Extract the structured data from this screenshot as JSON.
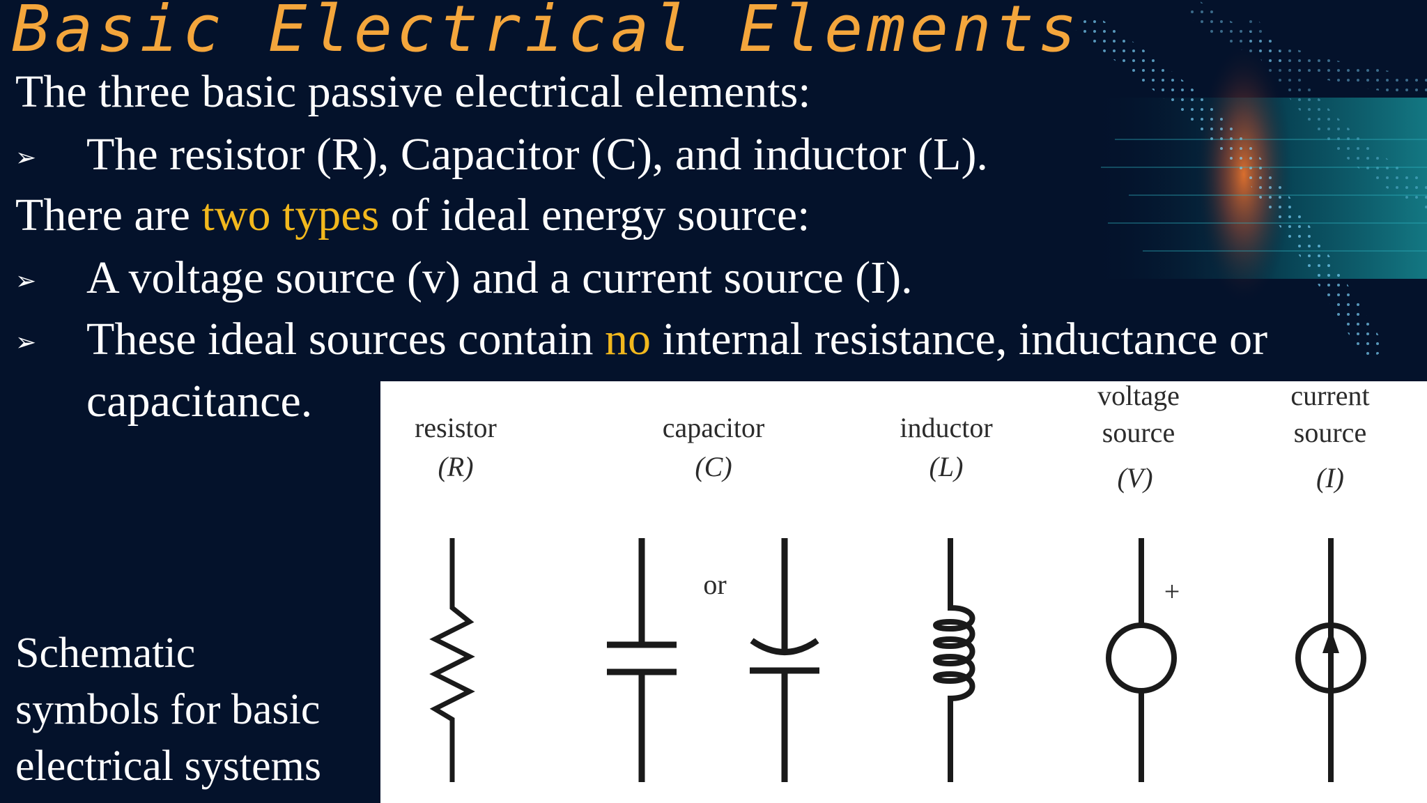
{
  "title": "Basic Electrical Elements",
  "lines": {
    "l1": "The three basic passive electrical elements:",
    "l2": "The resistor (R),  Capacitor (C), and inductor (L).",
    "l3_a": "There are ",
    "l3_hl": "two types",
    "l3_b": " of ideal energy source:",
    "l4": "A voltage source (v) and a current source (I).",
    "l5_a": "These ideal sources contain ",
    "l5_hl": "no",
    "l5_b": " internal resistance, inductance or",
    "l6": "capacitance."
  },
  "bullet_glyph": "➢",
  "caption": {
    "line1": "Schematic",
    "line2": "symbols  for  basic",
    "line3": "electrical systems"
  },
  "symbols": {
    "resistor": {
      "name": "resistor",
      "sym": "(R)"
    },
    "capacitor": {
      "name": "capacitor",
      "sym": "(C)",
      "or": "or"
    },
    "inductor": {
      "name": "inductor",
      "sym": "(L)"
    },
    "voltage": {
      "name1": "voltage",
      "name2": "source",
      "sym": "(V)",
      "plus": "+"
    },
    "current": {
      "name1": "current",
      "name2": "source",
      "sym": "(I)"
    }
  },
  "colors": {
    "background": "#04122b",
    "title": "#f4a63c",
    "highlight": "#f2b81d",
    "text": "#ffffff",
    "symbol_stroke": "#1a1a1a"
  }
}
